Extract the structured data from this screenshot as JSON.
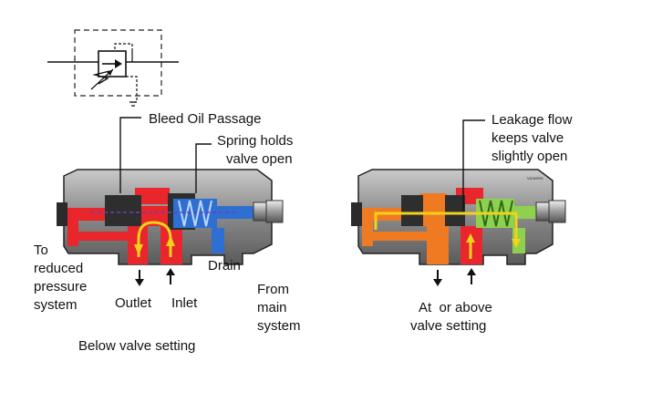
{
  "symbol": {
    "name": "pressure-reducing-valve-symbol"
  },
  "left_diagram": {
    "callout_bleed": "Bleed Oil Passage",
    "callout_spring_line1": "Spring holds",
    "callout_spring_line2": "valve open",
    "label_to_reduced": [
      "To",
      "reduced",
      "pressure",
      "system"
    ],
    "label_outlet": "Outlet",
    "label_inlet": "Inlet",
    "label_drain": "Drain",
    "label_from_main": [
      "From",
      "main",
      "system"
    ],
    "caption": "Below valve setting"
  },
  "right_diagram": {
    "callout_leak_line1": "Leakage flow",
    "callout_leak_line2": "keeps valve",
    "callout_leak_line3": "slightly open",
    "caption_line1": "At  or above",
    "caption_line2": "valve setting",
    "stamp": "VICKERS"
  },
  "colors": {
    "body_gray": "#8e8e8e",
    "body_dark": "#3a3a3a",
    "pressure_red": "#e8262b",
    "reduced_orange": "#f07a22",
    "drain_blue": "#2f6fd1",
    "flow_yellow": "#f3d21c",
    "leak_green": "#8fd14f"
  }
}
